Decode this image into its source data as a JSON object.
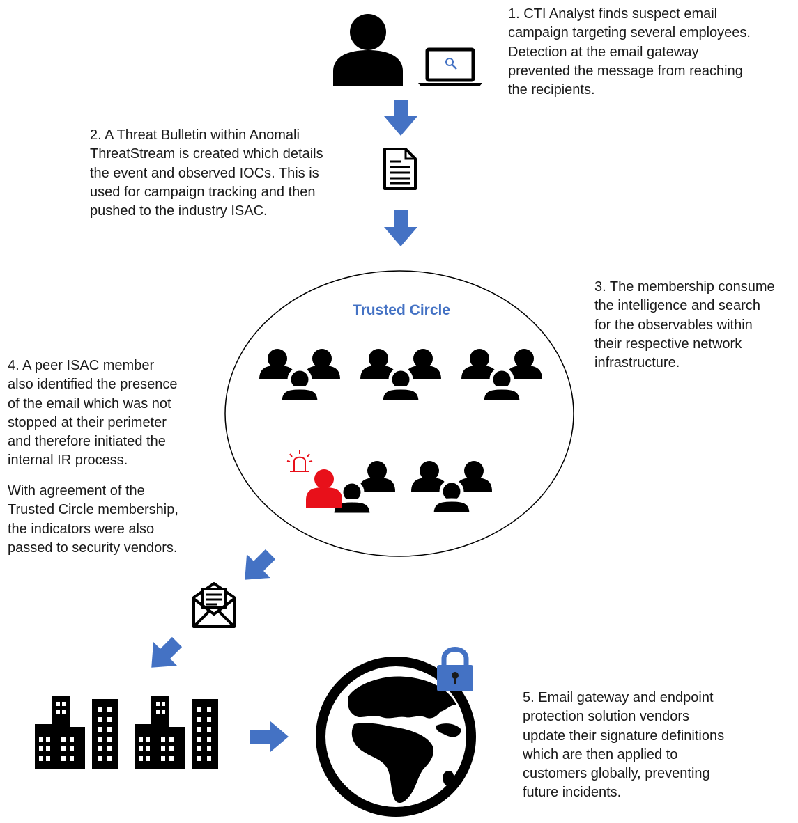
{
  "steps": [
    {
      "id": "step-1",
      "lines": [
        "1. CTI Analyst finds suspect email",
        "campaign targeting several employees.",
        "Detection at the email gateway",
        "prevented the message from reaching",
        "the recipients."
      ]
    },
    {
      "id": "step-2",
      "lines": [
        "2. A Threat Bulletin within Anomali",
        "ThreatStream is created which details",
        "the event and observed IOCs. This is",
        "used for campaign tracking and then",
        "pushed to the industry ISAC."
      ]
    },
    {
      "id": "step-3",
      "lines": [
        "3. The membership consume",
        "the intelligence and search",
        "for the observables within",
        "their respective network",
        "infrastructure."
      ]
    },
    {
      "id": "step-4",
      "lines": [
        "4. A peer ISAC member",
        "also identified the presence",
        "of the email which was not",
        "stopped at their perimeter",
        "and therefore initiated the",
        "internal IR process."
      ]
    },
    {
      "id": "step-4b",
      "lines": [
        "With agreement of the",
        "Trusted Circle membership,",
        "the indicators were also",
        "passed to security vendors."
      ]
    },
    {
      "id": "step-5",
      "lines": [
        "5. Email gateway and endpoint",
        "protection solution vendors",
        "update their signature definitions",
        "which are then applied to",
        "customers globally, preventing",
        "future incidents."
      ]
    }
  ],
  "trusted_circle": {
    "label": "Trusted Circle"
  },
  "icons": [
    "person-icon",
    "laptop-search-icon",
    "document-icon",
    "group-icon",
    "alarm-icon",
    "email-icon",
    "buildings-icon",
    "globe-icon",
    "padlock-icon",
    "arrow-down-icon",
    "arrow-down-left-icon",
    "arrow-right-icon"
  ],
  "colors": {
    "arrow": "#4472c4",
    "label": "#4472c4",
    "alert": "#e8101a",
    "icon": "#000000"
  }
}
